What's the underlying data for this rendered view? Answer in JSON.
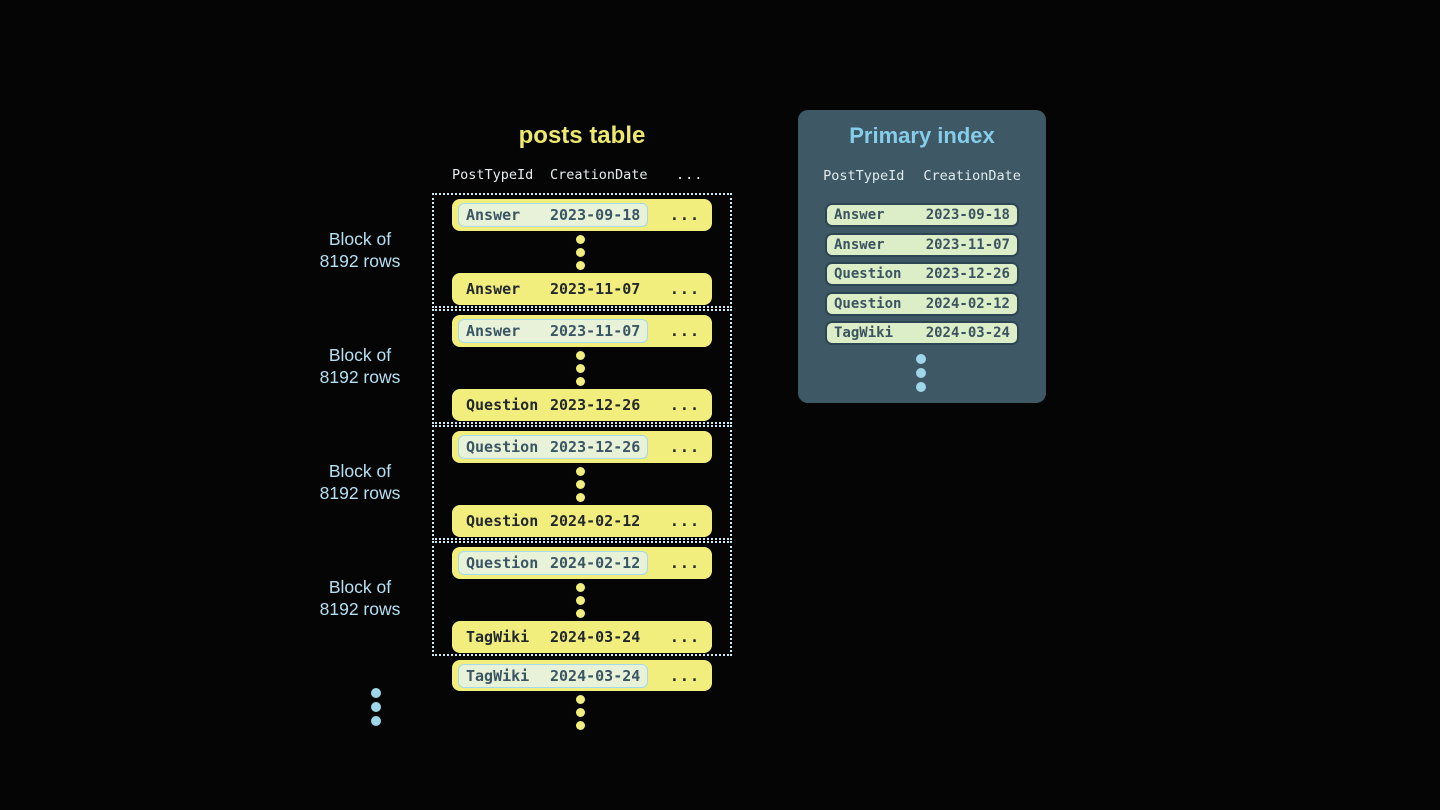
{
  "posts_table": {
    "title": "posts table",
    "header": {
      "col1": "PostTypeId",
      "col2": "CreationDate",
      "more": "..."
    },
    "block_label": {
      "line1": "Block of",
      "line2": "8192 rows"
    },
    "blocks": [
      {
        "first_row": {
          "type": "Answer",
          "date": "2023-09-18",
          "more": "..."
        },
        "last_row": {
          "type": "Answer",
          "date": "2023-11-07",
          "more": "..."
        }
      },
      {
        "first_row": {
          "type": "Answer",
          "date": "2023-11-07",
          "more": "..."
        },
        "last_row": {
          "type": "Question",
          "date": "2023-12-26",
          "more": "..."
        }
      },
      {
        "first_row": {
          "type": "Question",
          "date": "2023-12-26",
          "more": "..."
        },
        "last_row": {
          "type": "Question",
          "date": "2024-02-12",
          "more": "..."
        }
      },
      {
        "first_row": {
          "type": "Question",
          "date": "2024-02-12",
          "more": "..."
        },
        "last_row": {
          "type": "TagWiki",
          "date": "2024-03-24",
          "more": "..."
        }
      }
    ],
    "trailing_row": {
      "type": "TagWiki",
      "date": "2024-03-24",
      "more": "..."
    }
  },
  "primary_index": {
    "title": "Primary index",
    "header": {
      "col1": "PostTypeId",
      "col2": "CreationDate"
    },
    "rows": [
      {
        "type": "Answer",
        "date": "2023-09-18"
      },
      {
        "type": "Answer",
        "date": "2023-11-07"
      },
      {
        "type": "Question",
        "date": "2023-12-26"
      },
      {
        "type": "Question",
        "date": "2024-02-12"
      },
      {
        "type": "TagWiki",
        "date": "2024-03-24"
      }
    ]
  },
  "colors": {
    "background": "#050505",
    "row_yellow": "#f2ee7d",
    "title_yellow": "#eee96e",
    "highlight_green": "#e7f2d9",
    "highlight_border": "#a3dbeb",
    "index_row_green": "#dceec7",
    "index_row_border": "#2e4653",
    "panel_slate": "#3e5866",
    "block_label_blue": "#b5e0f3",
    "index_title_blue": "#85cde9",
    "dot_blue": "#a0d6ea",
    "block_border_dotted": "#cfeaf4"
  }
}
